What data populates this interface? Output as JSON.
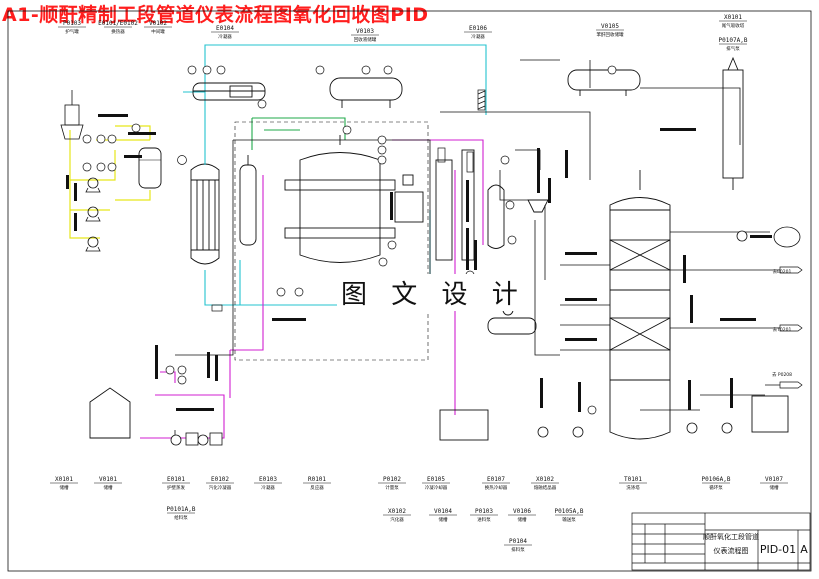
{
  "title": "A1-顺酐精制工段管道仪表流程图氧化回收图PID",
  "watermark": "图 文 设 计",
  "colors": {
    "title": "#ff1e1e",
    "line_black": "#111111",
    "line_cyan": "#23c3cf",
    "line_green": "#1fa84a",
    "line_magenta": "#d01fd0",
    "line_yellow": "#e6e61a"
  },
  "top_labels": [
    {
      "code": "P0103",
      "name": "护气罐"
    },
    {
      "code": "E0101/E0102",
      "name": "换热器"
    },
    {
      "code": "V0102",
      "name": "中间罐"
    },
    {
      "code": "E0104",
      "name": "冷凝器"
    },
    {
      "code": "V0103",
      "name": "回收液储罐"
    },
    {
      "code": "E0106",
      "name": "冷凝器"
    },
    {
      "code": "V0105",
      "name": "苯酐回收储罐"
    },
    {
      "code": "X0101",
      "name": "尾气吸收塔"
    },
    {
      "code": "P0107A,B",
      "name": "排气泵"
    }
  ],
  "right_labels": [
    {
      "code": "去E0201"
    },
    {
      "code": "去T0201"
    },
    {
      "code": "去 P0208"
    }
  ],
  "bottom_labels": [
    {
      "code": "X0101",
      "name": "储槽"
    },
    {
      "code": "V0101",
      "name": "储槽"
    },
    {
      "code": "E0101",
      "name": "护壁蒸发"
    },
    {
      "code": "E0102",
      "name": "汽化冷凝器"
    },
    {
      "code": "E0103",
      "name": "冷凝器"
    },
    {
      "code": "R0101",
      "name": "反应器"
    },
    {
      "code": "P0102",
      "name": "计量泵"
    },
    {
      "code": "E0105",
      "name": "冷凝冷却器"
    },
    {
      "code": "E0107",
      "name": "换热冷却器"
    },
    {
      "code": "X0102",
      "name": "熔融结晶器"
    },
    {
      "code": "T0101",
      "name": "洗涤塔"
    },
    {
      "code": "P0106A,B",
      "name": "循环泵"
    },
    {
      "code": "V0107",
      "name": "储槽"
    },
    {
      "code": "P0101A,B",
      "name": "给料泵"
    },
    {
      "code": "X0102",
      "name": "汽化器"
    },
    {
      "code": "V0104",
      "name": "储槽"
    },
    {
      "code": "P0103",
      "name": "进料泵"
    },
    {
      "code": "V0106",
      "name": "储槽"
    },
    {
      "code": "P0105A,B",
      "name": "输送泵"
    },
    {
      "code": "P0104",
      "name": "排料泵"
    }
  ],
  "title_block": {
    "project": "顺酐氧化工段管道",
    "drawing_name": "仪表流程图",
    "drawing_no": "PID-01",
    "revision": "A"
  }
}
